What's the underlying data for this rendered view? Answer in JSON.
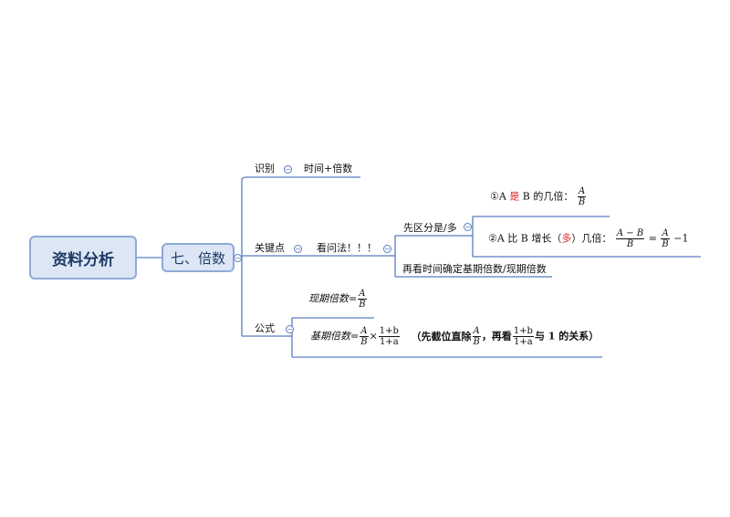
{
  "root": {
    "label": "资料分析"
  },
  "main": {
    "label": "七、倍数"
  },
  "branches": {
    "identify": {
      "label": "识别",
      "child": "时间+倍数"
    },
    "key": {
      "label": "关键点",
      "child": "看问法！！！",
      "sub1": {
        "label": "先区分是/多",
        "item1": {
          "prefix": "①A ",
          "mid": "是",
          "rest": " B 的几倍：",
          "frac_num": "A",
          "frac_den": "B"
        },
        "item2": {
          "prefix": "②A 比 B 增长（",
          "mid": "多",
          "rest": "）几倍：",
          "f1_num": "A − B",
          "f1_den": "B",
          "eq": " = ",
          "f2_num": "A",
          "f2_den": "B",
          "tail": " −1"
        }
      },
      "sub2": {
        "label": "再看时间确定基期倍数/现期倍数"
      }
    },
    "formula": {
      "label": "公式",
      "current": {
        "prefix": "现期倍数=",
        "num": "A",
        "den": "B"
      },
      "base": {
        "prefix": "基期倍数=",
        "f1_num": "A",
        "f1_den": "B",
        "times": "×",
        "f2_num": "1+b",
        "f2_den": "1+a",
        "note_a": "（先截位直除",
        "note_f1_num": "A",
        "note_f1_den": "B",
        "note_b": "，再看",
        "note_f2_num": "1+b",
        "note_f2_den": "1+a",
        "note_c": "与 1 的关系）"
      }
    }
  },
  "colors": {
    "line": "#5b7cc0",
    "node_fill": "#dce6f5",
    "node_border": "#8eaad6",
    "highlight": "#e02020"
  },
  "icons": {
    "collapse": "collapse-minus-icon"
  }
}
